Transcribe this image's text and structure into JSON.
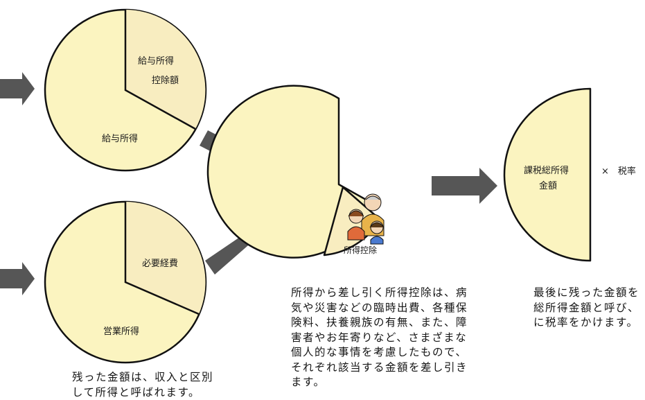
{
  "pie_top": {
    "deduction_label_lines": [
      "給与所得",
      "控除額"
    ],
    "income_label": "給与所得"
  },
  "pie_bottom": {
    "expenses_label": "必要経費",
    "income_label": "営業所得"
  },
  "pie_middle": {
    "deduction_label": "所得控除"
  },
  "result": {
    "taxable_label_lines": [
      "課税総所得",
      "金額"
    ],
    "rate_label": "×　税率"
  },
  "captions": {
    "left": [
      "残った金額は、収入と区別",
      "して所得と呼ばれます。"
    ],
    "middle": [
      "所得から差し引く所得控除は、病",
      "気や災害などの臨時出費、各種保",
      "険料、扶養親族の有無、また、障",
      "害者やお年寄りなど、さまざまな",
      "個人的な事情を考慮したもので、",
      "それぞれ該当する金額を差し引き",
      "ます。"
    ],
    "right": [
      "最後に残った金額を",
      "総所得金額と呼び、",
      "に税率をかけます。"
    ]
  },
  "colors": {
    "pie_fill": "#fbf4c0",
    "wedge_fill": "#f8edc0",
    "outline": "#111111",
    "arrow": "#565656"
  }
}
